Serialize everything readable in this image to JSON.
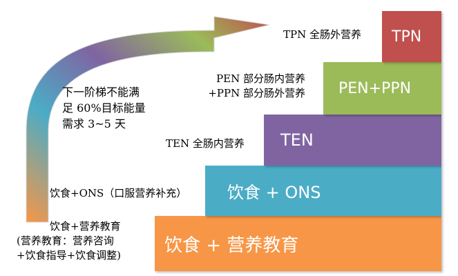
{
  "tiers": [
    {
      "label": "饮食 + 营养教育"
    },
    {
      "label": "饮食 + ONS"
    },
    {
      "label": "TEN"
    },
    {
      "label": "PEN+PPN"
    },
    {
      "label": "TPN"
    }
  ],
  "annotations": {
    "tier1_lines": [
      "饮食+营养教育",
      "(营养教育：营养咨询",
      "+饮食指导+饮食调整)"
    ],
    "tier2": "饮食+ONS（口服营养补充）",
    "tier3": "TEN 全肠内营养",
    "tier4_lines": [
      "PEN 部分肠内营养",
      "+PPN 部分肠外营养"
    ],
    "tier5": "TPN 全肠外营养"
  },
  "arrow_note_lines": [
    "下一阶梯不能满",
    "足 60%目标能量",
    "需求 3~5 天"
  ],
  "colors": {
    "tier1": "#f79646",
    "tier2": "#4bacc6",
    "tier3": "#8064a2",
    "tier4": "#9bbb59",
    "tier5": "#c0504d"
  }
}
